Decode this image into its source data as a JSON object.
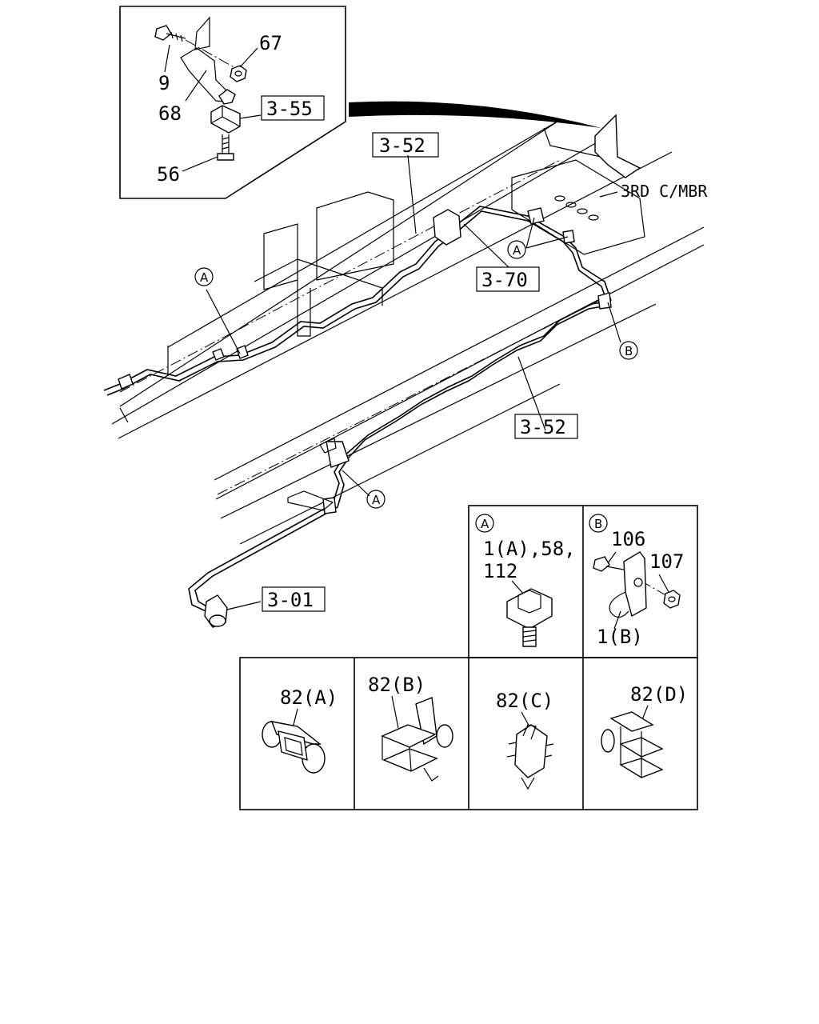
{
  "inset_parts": {
    "p9": "9",
    "p67": "67",
    "p68": "68",
    "p56": "56",
    "ref_355": "3-55"
  },
  "main_refs": {
    "ref_352_top": "3-52",
    "ref_352_bottom": "3-52",
    "ref_370": "3-70",
    "ref_301": "3-01",
    "crossmember_label": "3RD C/MBR"
  },
  "callouts": {
    "a": "A",
    "b": "B"
  },
  "detail_a": {
    "tag": "A",
    "line1": "1(A),58,",
    "line2": "112"
  },
  "detail_b": {
    "tag": "B",
    "p106": "106",
    "p107": "107",
    "p1b": "1(B)"
  },
  "clips": {
    "c82a": "82(A)",
    "c82b": "82(B)",
    "c82c": "82(C)",
    "c82d": "82(D)"
  }
}
